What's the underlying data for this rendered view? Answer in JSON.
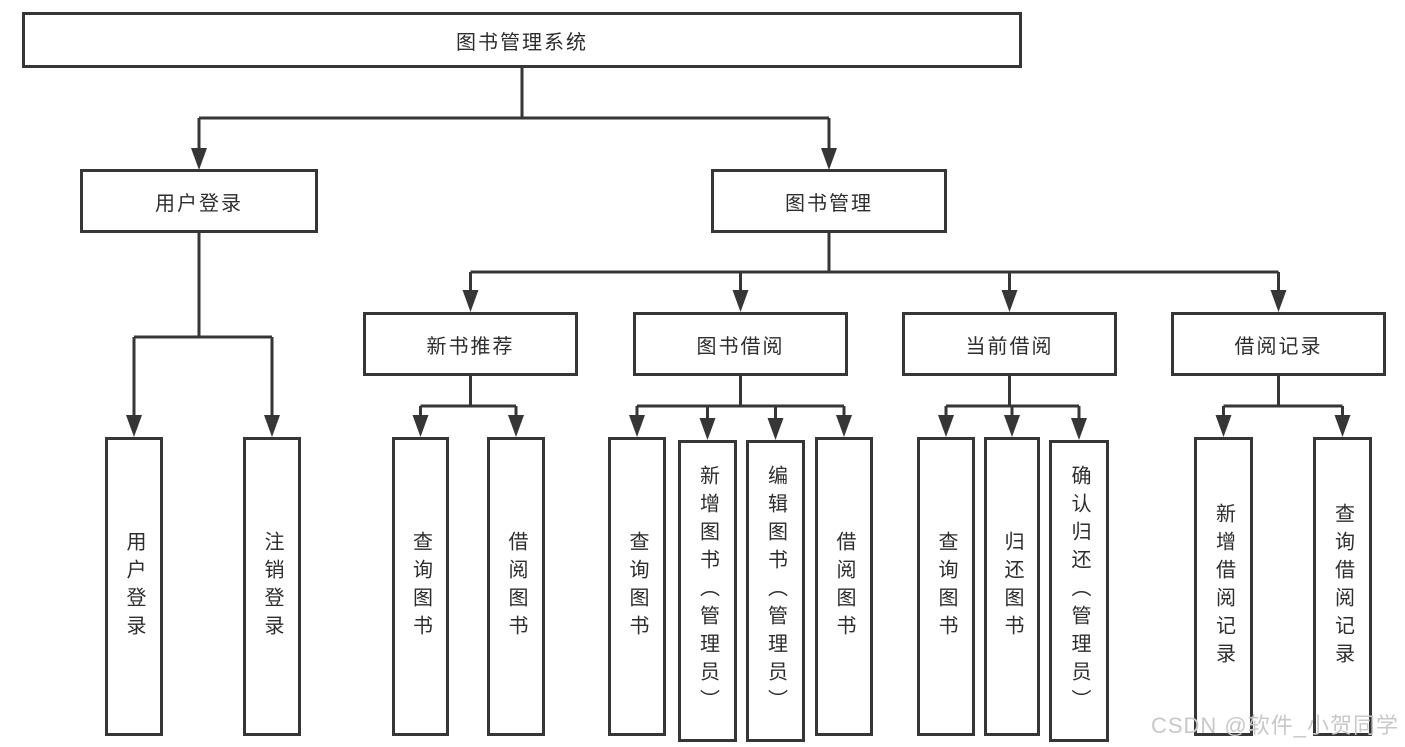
{
  "tree": {
    "root": {
      "label": "图书管理系统"
    },
    "branches": [
      {
        "label": "用户登录",
        "children": [
          {
            "label": "用户登录"
          },
          {
            "label": "注销登录"
          }
        ]
      },
      {
        "label": "图书管理",
        "children": [
          {
            "label": "新书推荐",
            "children": [
              {
                "label": "查询图书"
              },
              {
                "label": "借阅图书"
              }
            ]
          },
          {
            "label": "图书借阅",
            "children": [
              {
                "label": "查询图书"
              },
              {
                "label": "新增图书（管理员）"
              },
              {
                "label": "编辑图书（管理员）"
              },
              {
                "label": "借阅图书"
              }
            ]
          },
          {
            "label": "当前借阅",
            "children": [
              {
                "label": "查询图书"
              },
              {
                "label": "归还图书"
              },
              {
                "label": "确认归还（管理员）"
              }
            ]
          },
          {
            "label": "借阅记录",
            "children": [
              {
                "label": "新增借阅记录"
              },
              {
                "label": "查询借阅记录"
              }
            ]
          }
        ]
      }
    ]
  },
  "watermark": {
    "text": "CSDN @软件_小贺同学"
  },
  "colors": {
    "line": "#363636",
    "text": "#2d2d2d",
    "background": "#ffffff",
    "watermark": "#c8c8c8"
  }
}
